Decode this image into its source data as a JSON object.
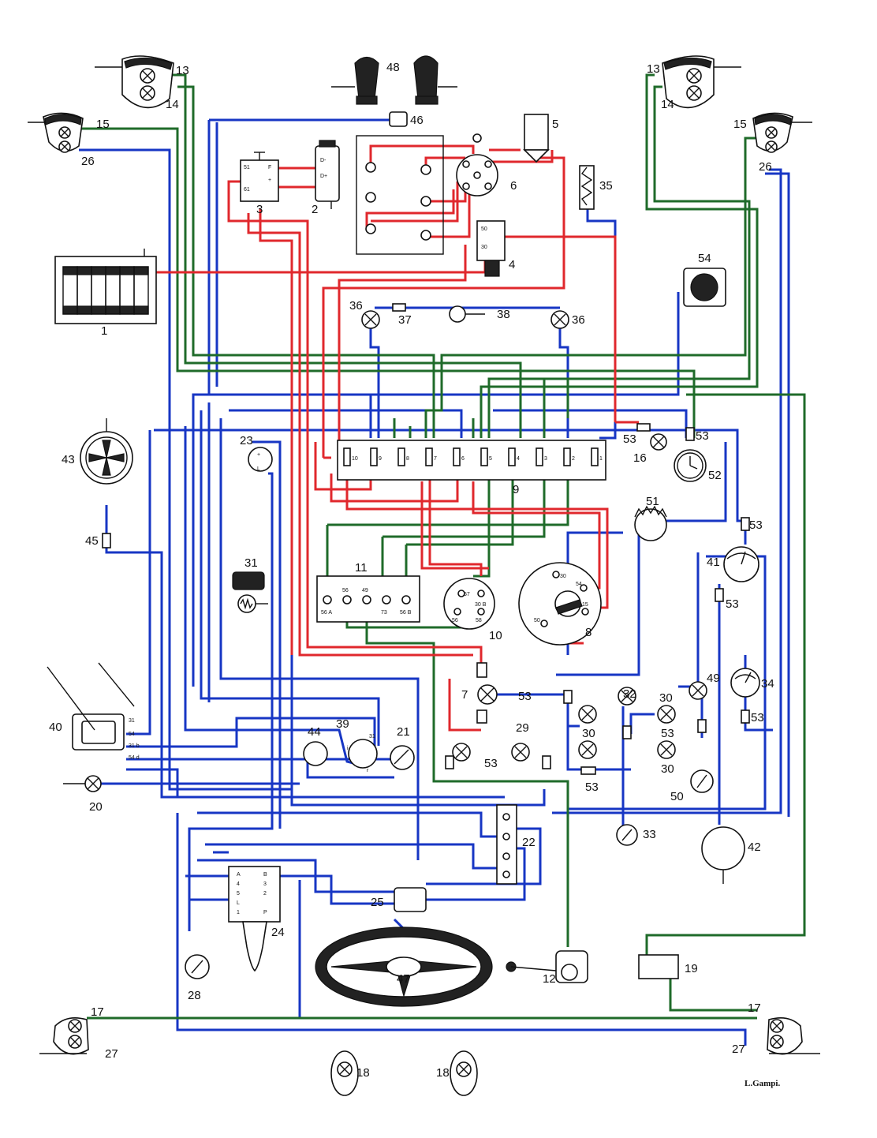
{
  "colors": {
    "blue": "#1736c4",
    "red": "#e0282d",
    "green": "#1f6b2a",
    "ink": "#111111"
  },
  "labels": {
    "n1": "1",
    "n2": "2",
    "n3": "3",
    "n4": "4",
    "n5": "5",
    "n6": "6",
    "n7": "7",
    "n8": "8",
    "n9": "9",
    "n10": "10",
    "n11": "11",
    "n12": "12",
    "n13a": "13",
    "n13b": "13",
    "n14a": "14",
    "n14b": "14",
    "n15a": "15",
    "n15b": "15",
    "n16": "16",
    "n17a": "17",
    "n17b": "17",
    "n18a": "18",
    "n18b": "18",
    "n19": "19",
    "n20": "20",
    "n21": "21",
    "n22": "22",
    "n23": "23",
    "n24": "24",
    "n25": "25",
    "n26a": "26",
    "n26b": "26",
    "n27a": "27",
    "n27b": "27",
    "n28": "28",
    "n29": "29",
    "n30a": "30",
    "n30b": "30",
    "n30c": "30",
    "n31": "31",
    "n32": "32",
    "n33": "33",
    "n34": "34",
    "n35": "35",
    "n36a": "36",
    "n36b": "36",
    "n37": "37",
    "n38": "38",
    "n39": "39",
    "n40": "40",
    "n41": "41",
    "n42": "42",
    "n43": "43",
    "n44": "44",
    "n45": "45",
    "n46": "46",
    "n47": "47",
    "n48": "48",
    "n49": "49",
    "n50": "50",
    "n51": "51",
    "n52": "52",
    "n53a": "53",
    "n53b": "53",
    "n53c": "53",
    "n53d": "53",
    "n53e": "53",
    "n53f": "53",
    "n53g": "53",
    "n53h": "53",
    "n54": "54"
  },
  "terminals": {
    "reg_51": "51",
    "reg_61": "61",
    "reg_F": "F",
    "reg_plus": "+",
    "gen_D": "D-",
    "gen_Dplus": "D+",
    "st_50": "50",
    "st_30": "30",
    "fuses": [
      "10",
      "9",
      "8",
      "7",
      "6",
      "5",
      "4",
      "3",
      "2",
      "1"
    ],
    "relay_56A": "56 A",
    "relay_56": "56",
    "relay_49": "49",
    "relay_73": "73",
    "relay_56B": "56 B",
    "sw10_57": "57",
    "sw10_30B": "30 B",
    "sw10_56": "56",
    "sw10_58": "58",
    "ign_30": "30",
    "ign_54": "54",
    "ign_15": "15",
    "ign_50": "50",
    "wiper_31": "31",
    "wiper_54": "54",
    "wiper_31b": "31 b",
    "wiper_54d": "54 d",
    "sw39_31": "31",
    "sw39_i": "i",
    "sw39_r": "r",
    "combi_left": [
      "A",
      "4",
      "5",
      "L",
      "1"
    ],
    "combi_right": [
      "B",
      "3",
      "2",
      "P"
    ],
    "lamp23_plus": "+",
    "lamp23_L": "L"
  },
  "signature": "L.Gampi."
}
